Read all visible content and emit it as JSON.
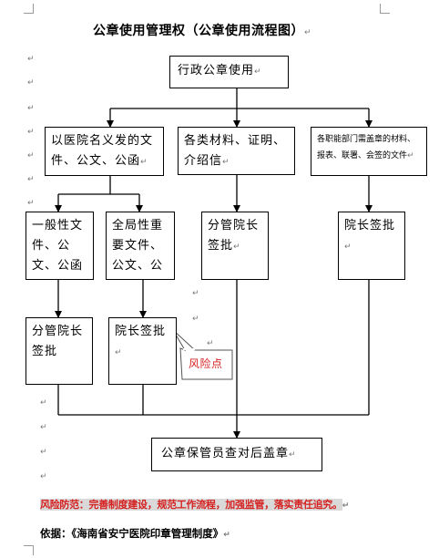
{
  "document": {
    "title": "公章使用管理权（公章使用流程图）"
  },
  "flowchart": {
    "top": "行政公章使用",
    "branch_hospital": "以医院名义发的文件、公文、公函",
    "branch_materials": "各类材料、证明、介绍信",
    "branch_departments": "各职能部门需盖章的材料、报表、联署、会签的文件",
    "general_docs": "一般性文件、公文、公函",
    "global_docs": "全局性重要文件、公文、公函",
    "deputy_approval_1": "分管院长签批",
    "president_approval_1": "院长签批",
    "deputy_approval_2": "分管院长签批",
    "president_approval_2": "院长签批",
    "risk_point": "风险点",
    "final": "公章保管员查对后盖章"
  },
  "footer": {
    "risk_prevention": "风险防范：完善制度建设，规范工作流程，加强监管，落实责任追究。",
    "basis": "依据：《海南省安宁医院印章管理制度》"
  },
  "marks": {
    "paragraph": "↵"
  },
  "colors": {
    "risk_text": "#d61f1f",
    "risk_highlight": "#d9d9d9"
  }
}
